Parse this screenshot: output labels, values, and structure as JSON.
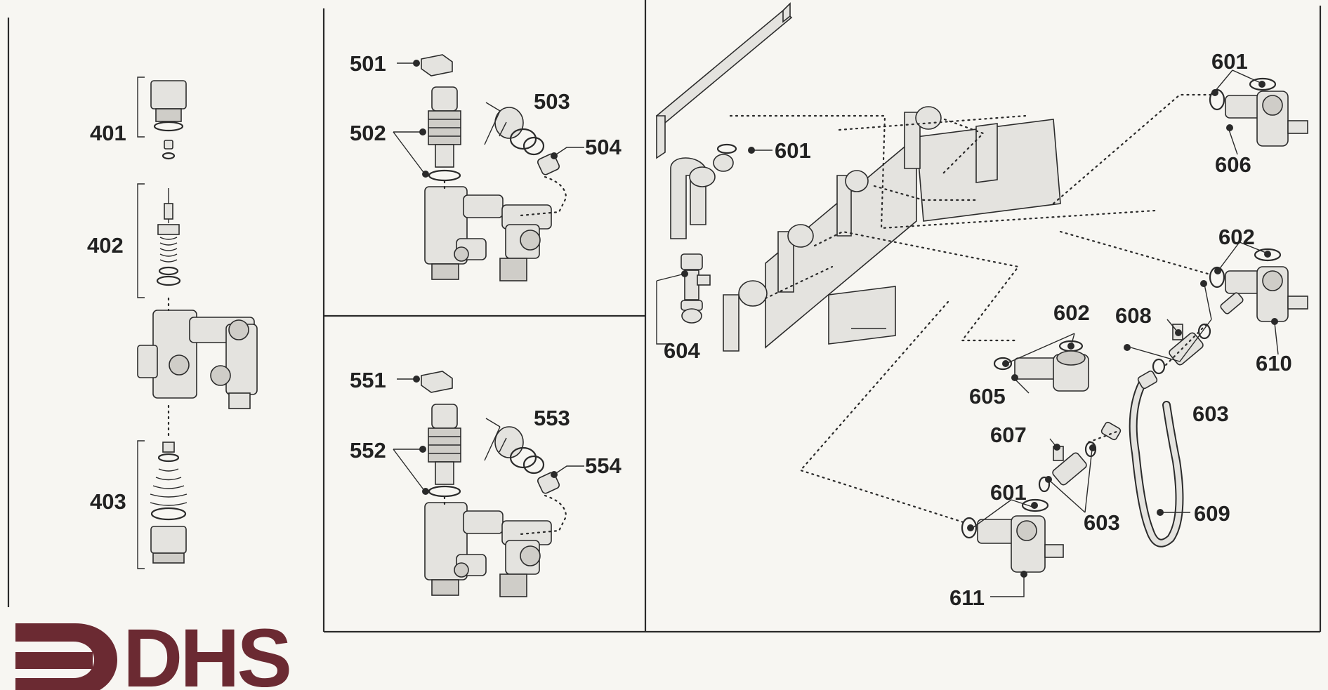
{
  "logo": {
    "text": "DHS",
    "color": "#6b2a32"
  },
  "callouts": {
    "c401": "401",
    "c402": "402",
    "c403": "403",
    "c501": "501",
    "c502": "502",
    "c503": "503",
    "c504": "504",
    "c551": "551",
    "c552": "552",
    "c553": "553",
    "c554": "554",
    "c601a": "601",
    "c601b": "601",
    "c601c": "601",
    "c602a": "602",
    "c602b": "602",
    "c603a": "603",
    "c603b": "603",
    "c604": "604",
    "c605": "605",
    "c606": "606",
    "c607": "607",
    "c608": "608",
    "c609": "609",
    "c610": "610",
    "c611": "611"
  },
  "colors": {
    "ink": "#2a2a2a",
    "paper": "#f7f6f2",
    "part_fill": "#e4e3df"
  }
}
